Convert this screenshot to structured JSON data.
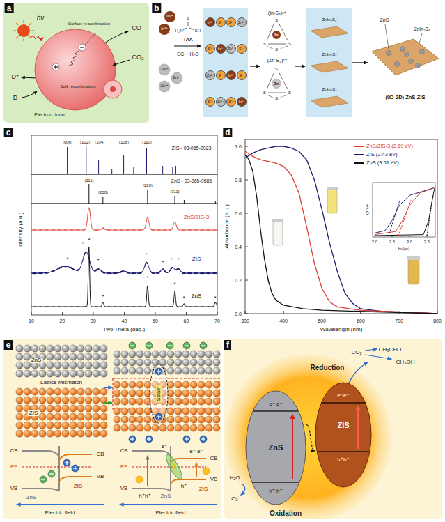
{
  "diagram": {
    "nodes": [
      {
        "text": [
          "In³⁺",
          "S²⁻",
          "S²⁻",
          "Zn²⁺",
          "S²⁻",
          "In³⁺",
          "Zn²⁺",
          "S²⁻",
          "Zn²⁺",
          "S²⁻",
          "In³⁺",
          "S²⁻",
          "S²⁻",
          "Zn²⁺",
          "S²⁻",
          "In³⁺"
        ]
      },
      {
        "text": [
          "ZnIn₂S₄",
          "ZnIn₂S₄",
          "ZnIn₂S₄"
        ]
      },
      {
        "text": [
          "ZnS",
          "ZnIn₂S₄",
          "(0D-2D) ZnS-ZIS"
        ]
      },
      {
        "text": [
          "e⁻ e⁻",
          "ZnS",
          "h⁺ h⁺"
        ]
      },
      {
        "text": [
          "e⁻e⁻",
          "ZIS",
          "h⁺h⁺"
        ]
      }
    ],
    "edges": [
      {
        "from": 1,
        "to": 2,
        "arrow": "to"
      },
      {
        "from": 3,
        "to": 4,
        "arrow": "to"
      }
    ],
    "labels": [
      "a",
      "hν",
      "Surface recombination",
      "CO",
      "CO₂",
      "Bulk recombination",
      "D⁺",
      "D",
      "Electron donor",
      "b",
      "In³⁺",
      "In³⁺",
      "Zn²⁺",
      "Zn²⁺",
      "Zn²⁺",
      "S",
      "H₂N",
      "SH",
      "TAA",
      "EG + H₂O",
      "(In-S₄)²⁺",
      "In",
      "S",
      "S",
      "S",
      "S",
      "(Zn-S₄)²⁺",
      "Zn",
      "S",
      "S",
      "S",
      "S",
      "c",
      "ZIS - 03-065-2023",
      "(006)",
      "(102)",
      "(104)",
      "(108)",
      "(110)",
      "ZnS - 03-065-9585",
      "(111)",
      "(200)",
      "(220)",
      "(311)",
      "ZnS/ZIS-3",
      "ZIS",
      "ZnS",
      "*",
      "*",
      "*",
      "*",
      "*",
      "*",
      "*",
      "*",
      "*",
      "*",
      "*",
      "*",
      "*",
      "Intensity (a.u.)",
      "10",
      "20",
      "30",
      "40",
      "50",
      "60",
      "70",
      "Two Theta (deg.)",
      "d",
      "Absorbance (a.u.)",
      "0.0",
      "0.2",
      "0.4",
      "0.6",
      "0.8",
      "1.0",
      "300",
      "400",
      "500",
      "600",
      "700",
      "800",
      "Wavelength (nm)",
      "(αhν)²",
      "2.0",
      "2.5",
      "3.0",
      "3.5",
      "hν(ev)",
      "e",
      "ZnS",
      "Lattice Mismatch",
      "ZIS",
      "Strain",
      "CB",
      "EF",
      "VB",
      "CB",
      "VB",
      "ZnS",
      "ZIS",
      "Electric field",
      "CB",
      "EF",
      "VB",
      "CB",
      "VB",
      "e⁻",
      "e⁻ e⁻",
      "h⁺",
      "h⁺h⁺",
      "ZnS",
      "ZIS",
      "Electric field",
      "f",
      "Reduction",
      "CO₂",
      "CH₃CHO",
      "CH₃OH",
      "H₂O",
      "O₂",
      "Oxidation"
    ],
    "legend": [
      {
        "text": "ZnS/ZIS-3 (2.69 eV)"
      },
      {
        "text": "ZIS (2.43 eV)"
      },
      {
        "text": "ZnS (3.51 eV)"
      }
    ]
  }
}
